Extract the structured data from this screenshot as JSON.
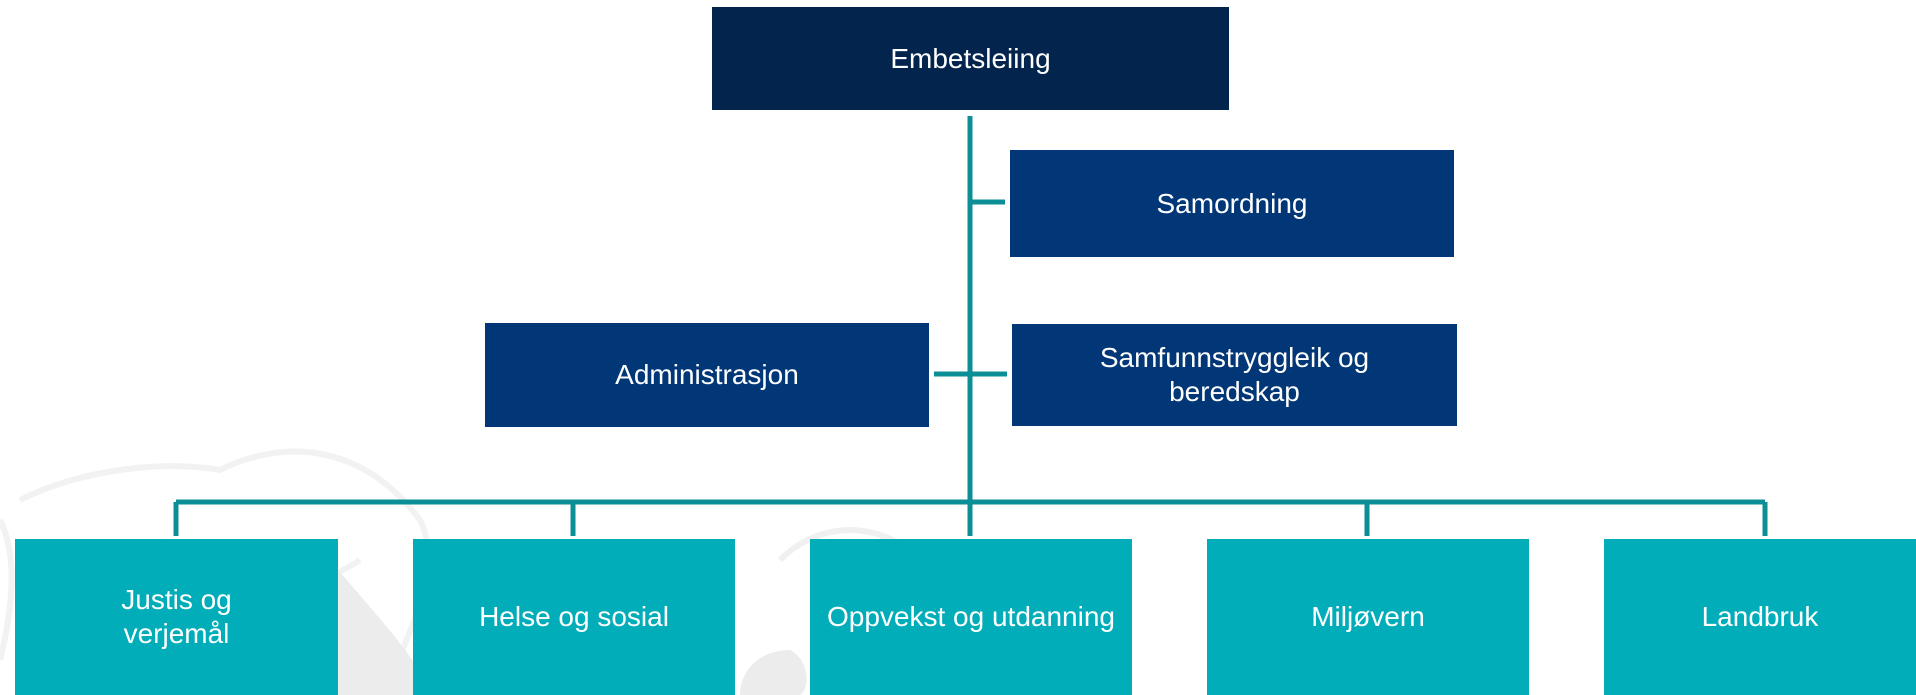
{
  "chart": {
    "root": {
      "label": "Embetsleiing"
    },
    "staff_units": [
      {
        "id": "samordning",
        "label": "Samordning"
      },
      {
        "id": "administrasjon",
        "label": "Administrasjon"
      },
      {
        "id": "samfunnstryggleik",
        "label": "Samfunnstryggleik og beredskap"
      }
    ],
    "departments": [
      {
        "id": "justis",
        "label": "Justis og verjemål"
      },
      {
        "id": "helse",
        "label": "Helse og sosial"
      },
      {
        "id": "oppvekst",
        "label": "Oppvekst og utdanning"
      },
      {
        "id": "miljovern",
        "label": "Miljøvern"
      },
      {
        "id": "landbruk",
        "label": "Landbruk"
      }
    ]
  },
  "colors": {
    "root_box": "#03244d",
    "staff_box": "#023777",
    "department_box": "#02adba",
    "connector": "#0c8e96",
    "text": "#ffffff"
  }
}
